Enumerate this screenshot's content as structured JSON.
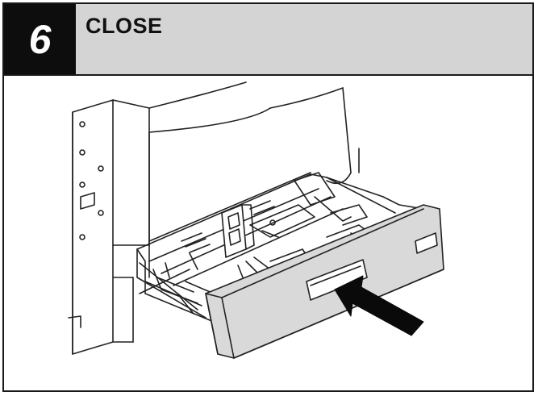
{
  "step": {
    "number": "6",
    "title": "CLOSE"
  },
  "illustration": {
    "subject": "paper-tray-closing",
    "arrow_color": "#0a0a0a",
    "tray_color": "#d9d9d9",
    "line_color": "#222222"
  },
  "colors": {
    "step_box": "#0d0d0d",
    "title_bar": "#d4d4d4",
    "border": "#1a1a1a"
  }
}
